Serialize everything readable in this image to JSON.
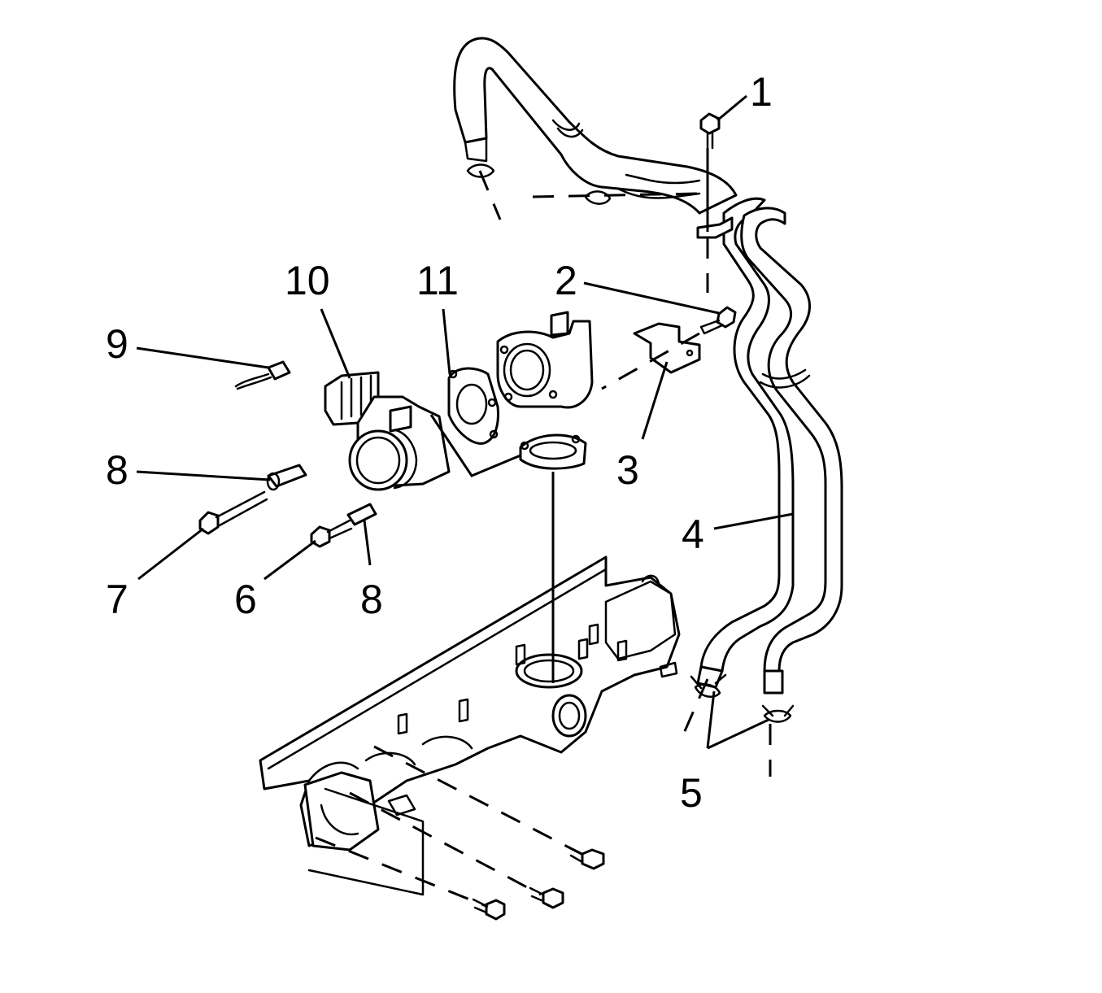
{
  "callouts": {
    "c1": "1",
    "c2": "2",
    "c3": "3",
    "c4": "4",
    "c5": "5",
    "c6": "6",
    "c7": "7",
    "c8a": "8",
    "c8b": "8",
    "c9": "9",
    "c10": "10",
    "c11": "11"
  },
  "colors": {
    "line": "#000000",
    "background": "#ffffff"
  }
}
